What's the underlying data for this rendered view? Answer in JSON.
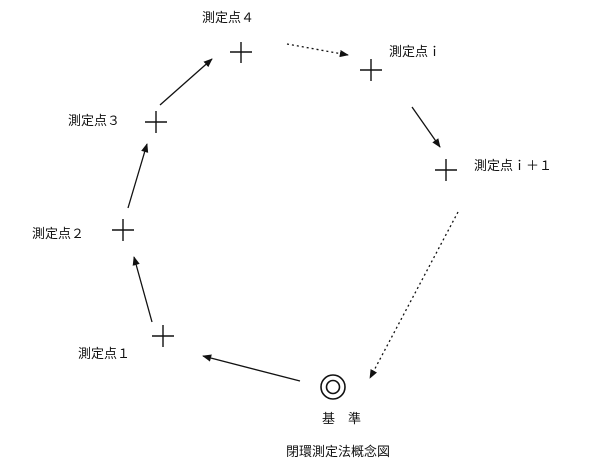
{
  "points": {
    "p4": "測定点４",
    "pi": "測定点ｉ",
    "p3": "測定点３",
    "pi1": "測定点ｉ＋１",
    "p2": "測定点２",
    "p1": "測定点１"
  },
  "reference_label": "基　準",
  "caption": "閉環測定法概念図",
  "colors": {
    "ink": "#111111"
  }
}
